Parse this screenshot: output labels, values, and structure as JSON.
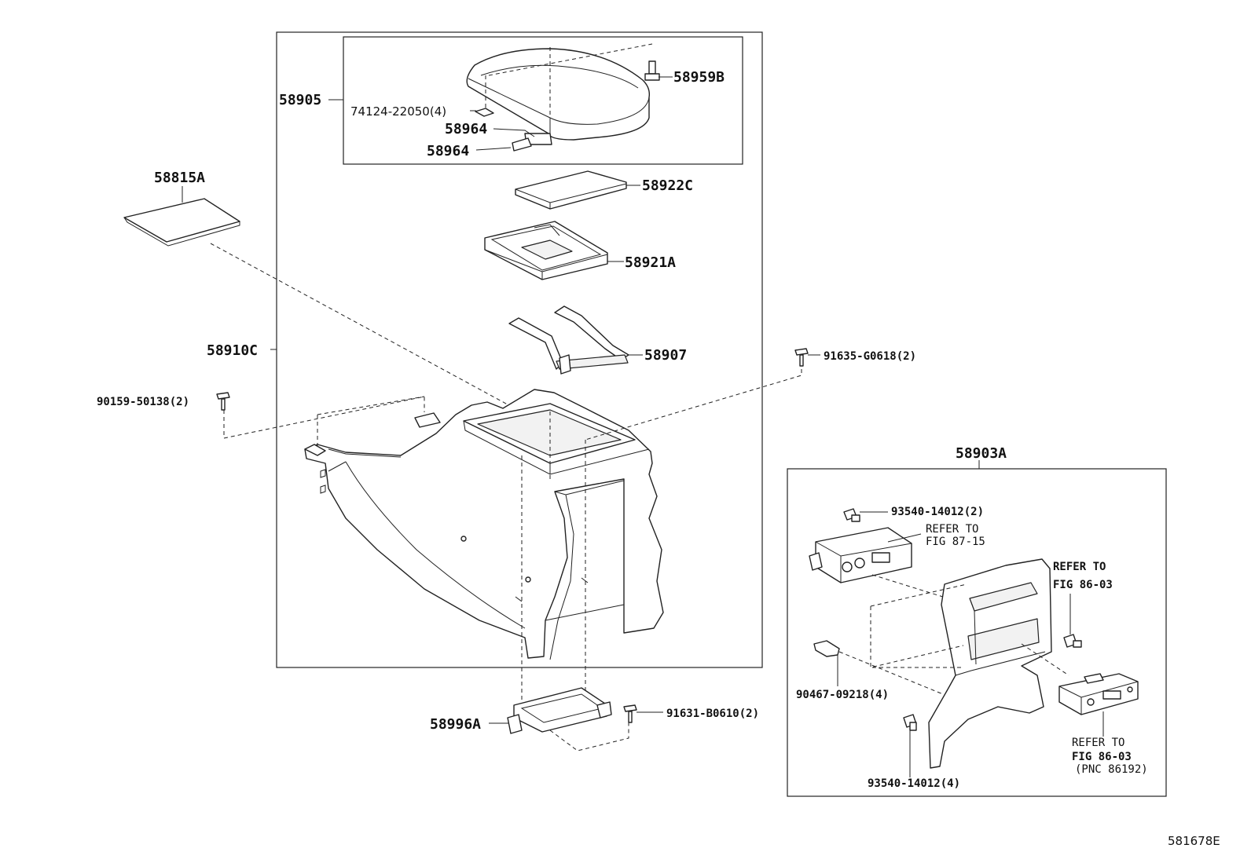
{
  "labels": {
    "p58905": "58905",
    "p74124": "74124-22050(4)",
    "p58964a": "58964",
    "p58964b": "58964",
    "p58959b": "58959B",
    "p58815a": "58815A",
    "p58922c": "58922C",
    "p58921a": "58921A",
    "p58910c": "58910C",
    "p58907": "58907",
    "p91635": "91635-G0618(2)",
    "p90159": "90159-50138(2)",
    "p58996a": "58996A",
    "p91631": "91631-B0610(2)",
    "p58903a": "58903A",
    "p93540a": "93540-14012(2)",
    "refer1_l1": "REFER TO",
    "refer1_l2": "FIG 87-15",
    "refer2_l1": "REFER TO",
    "refer2_l2": "FIG 86-03",
    "p90467": "90467-09218(4)",
    "p93540b": "93540-14012(4)",
    "refer3_l1": "REFER TO",
    "refer3_l2": "FIG 86-03",
    "refer3_l3": "(PNC 86192)"
  },
  "diagram_code": "581678E"
}
